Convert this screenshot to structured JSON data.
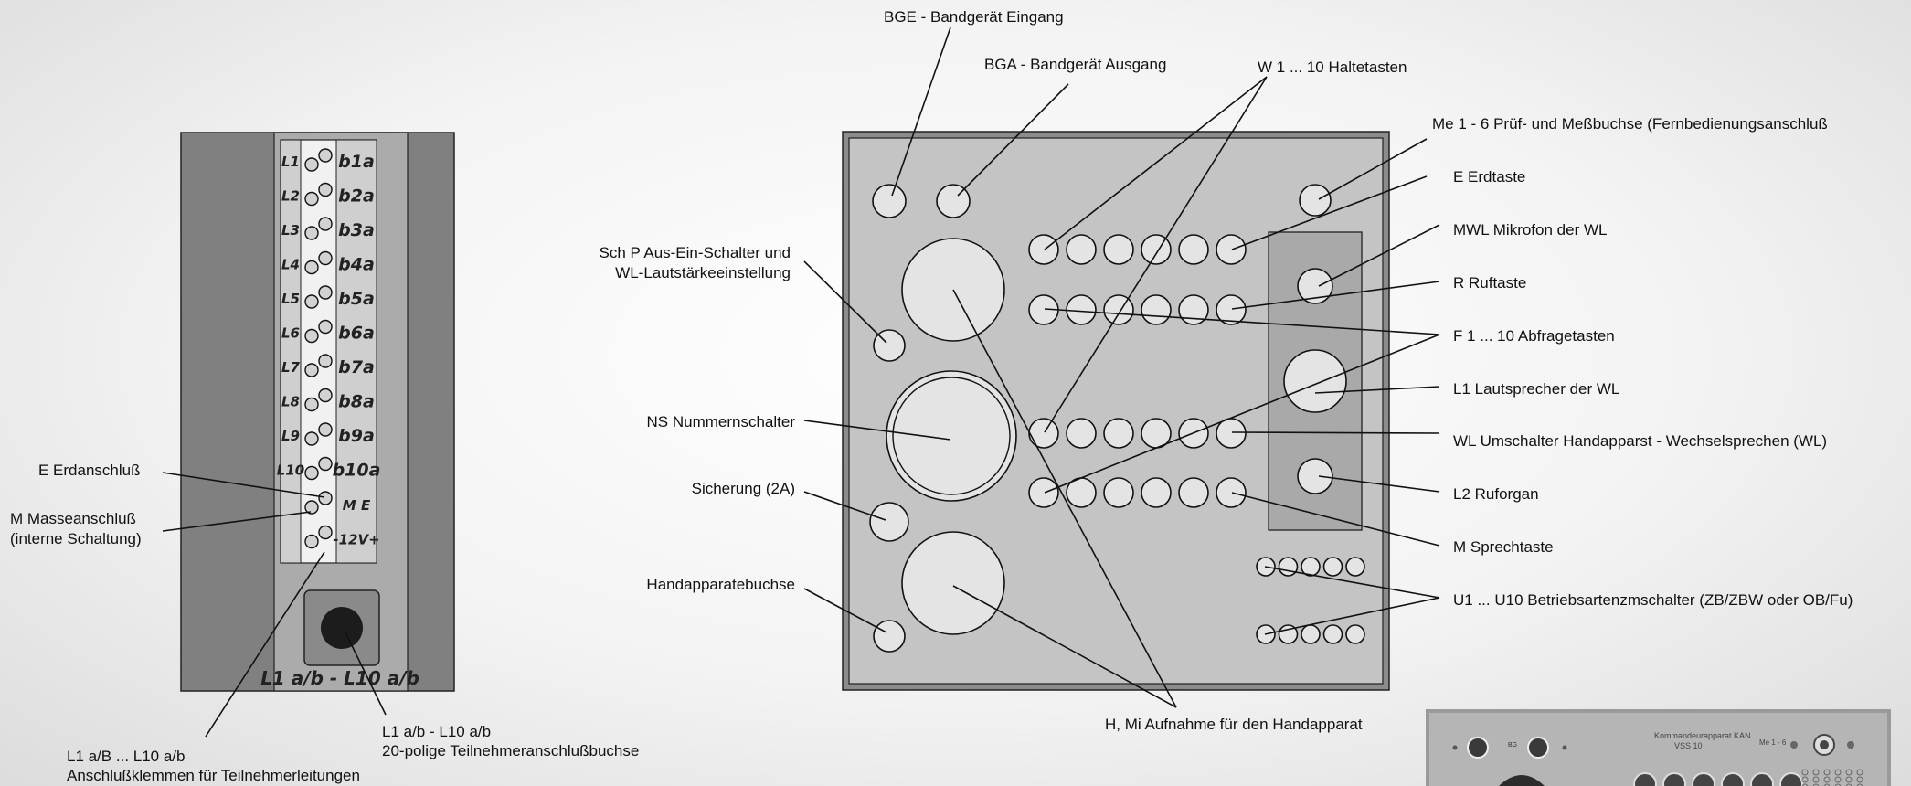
{
  "terminal_strip": {
    "left_labels": [
      "L1",
      "L2",
      "L3",
      "L4",
      "L5",
      "L6",
      "L7",
      "L8",
      "L9",
      "L10"
    ],
    "right_labels": [
      "b1a",
      "b2a",
      "b3a",
      "b4a",
      "b5a",
      "b6a",
      "b7a",
      "b8a",
      "b9a",
      "b10a",
      "M E",
      "-12V+"
    ],
    "connector_label": "L1 a/b - L10 a/b"
  },
  "left_callouts": {
    "earth": "E   Erdanschluß",
    "mass_1": "M   Masseanschluß",
    "mass_2": "(interne Schaltung)",
    "clamps_1": "L1 a/B ... L10 a/b",
    "clamps_2": "Anschlußklemmen für Teilnehmerleitungen",
    "socket_1": "L1 a/b - L10 a/b",
    "socket_2": "20-polige Teilnehmeranschlußbuchse"
  },
  "panel_callouts": {
    "bge": "BGE - Bandgerät Eingang",
    "bga": "BGA - Bandgerät Ausgang",
    "w": "W 1 ... 10 Haltetasten",
    "me": "Me 1 - 6   Prüf- und Meßbuchse (Fernbedienungsanschluß",
    "e": "E   Erdtaste",
    "mwl": "MWL   Mikrofon der WL",
    "r": "R   Ruftaste",
    "f": "F 1 ... 10 Abfragetasten",
    "l1": "L1   Lautsprecher der WL",
    "wl": "WL   Umschalter Handapparst - Wechselsprechen (WL)",
    "l2": "L2   Ruforgan",
    "m": "M   Sprechtaste",
    "u": "U1 ... U10   Betriebsartenzmschalter (ZB/ZBW oder OB/Fu)",
    "h": "H, Mi   Aufnahme für den Handapparat",
    "schp_1": "Sch P   Aus-Ein-Schalter und",
    "schp_2": "WL-Lautstärkeeinstellung",
    "ns": "NS   Nummernschalter",
    "fuse": "Sicherung (2A)",
    "handset_socket": "Handapparatebuchse"
  },
  "photo": {
    "line_1": "Kommandeurapparat KAN",
    "line_2": "VSS 10",
    "corner_1": "Me 1 - 6",
    "corner_2": "BG"
  },
  "colors": {
    "panel_dark": "#808080",
    "panel_mid": "#a9a9a9",
    "panel_light": "#c4c4c4",
    "button_fill": "#e4e4e4"
  }
}
